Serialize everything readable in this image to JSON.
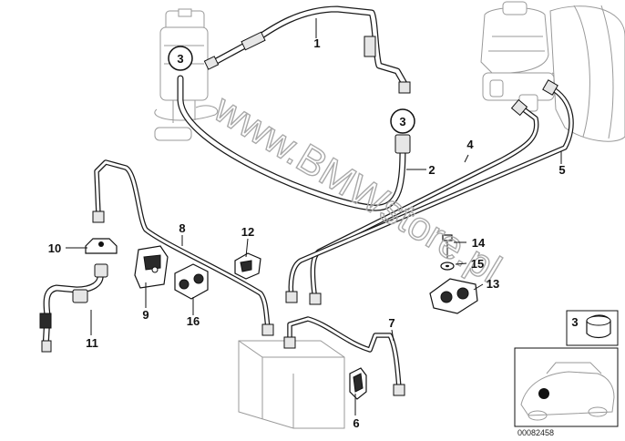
{
  "watermark": "www.BMWstore.pl",
  "part_number": "00082458",
  "callouts": {
    "c1": "1",
    "c2": "2",
    "c3a": "3",
    "c3b": "3",
    "c4": "4",
    "c5": "5",
    "c6": "6",
    "c7": "7",
    "c8": "8",
    "c9": "9",
    "c10": "10",
    "c11": "11",
    "c12": "12",
    "c13": "13",
    "c14": "14",
    "c15": "15",
    "c16": "16"
  },
  "inset": {
    "clip_label": "3"
  }
}
